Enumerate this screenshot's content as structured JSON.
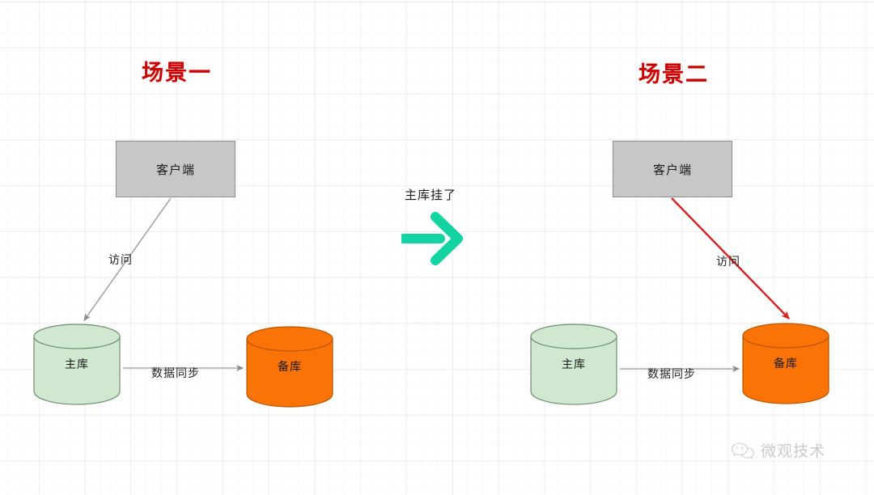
{
  "diagram": {
    "background": "#ffffff",
    "grid_color": "#e9e9e9",
    "title_color": "#cc0000",
    "scenes": [
      {
        "id": "scene-1",
        "title": "场景一",
        "client": {
          "label": "客户端",
          "fill": "#c7c7c7",
          "stroke": "#8e8e8e"
        },
        "master_db": {
          "label": "主库",
          "fill": "#cfe8cf",
          "stroke": "#6f8f6f"
        },
        "backup_db": {
          "label": "备库",
          "fill": "#f97306",
          "stroke": "#b95502"
        },
        "access_edge": {
          "label": "访问",
          "color": "#9a9a9a"
        },
        "sync_edge": {
          "label": "数据同步",
          "color": "#9a9a9a"
        }
      },
      {
        "id": "scene-2",
        "title": "场景二",
        "client": {
          "label": "客户端",
          "fill": "#c7c7c7",
          "stroke": "#8e8e8e"
        },
        "master_db": {
          "label": "主库",
          "fill": "#cfe8cf",
          "stroke": "#6f8f6f"
        },
        "backup_db": {
          "label": "备库",
          "fill": "#f97306",
          "stroke": "#b95502"
        },
        "access_edge": {
          "label": "访问",
          "color": "#d42020"
        },
        "sync_edge": {
          "label": "数据同步",
          "color": "#9a9a9a"
        }
      }
    ],
    "transition": {
      "label": "主库挂了",
      "arrow_color": "#14d3a2",
      "arrow_icon": "right-arrow-icon"
    },
    "watermark": {
      "text": "微观技术",
      "icon": "wechat-icon"
    }
  }
}
